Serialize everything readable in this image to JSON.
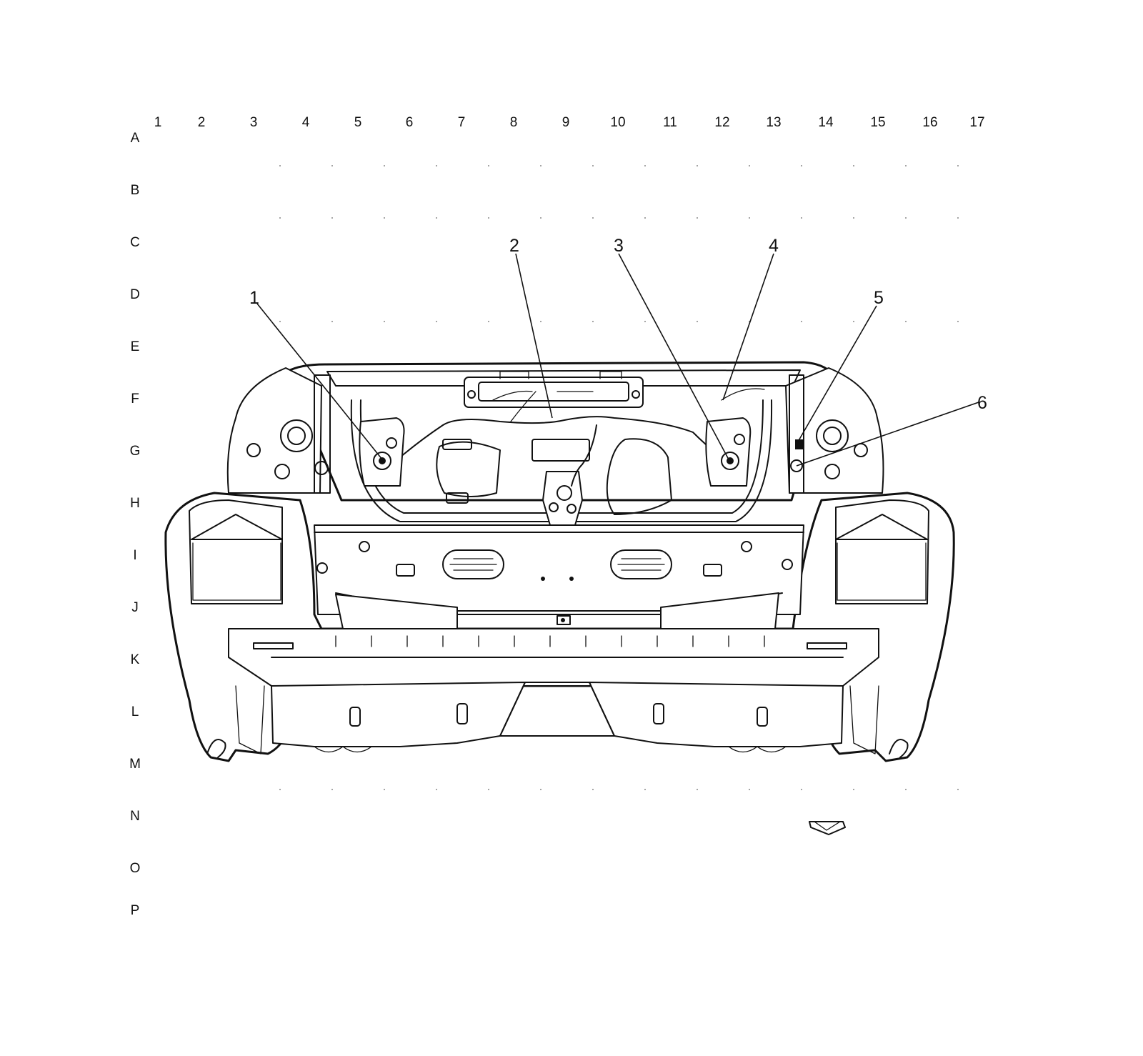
{
  "grid": {
    "columns": [
      "1",
      "2",
      "3",
      "4",
      "5",
      "6",
      "7",
      "8",
      "9",
      "10",
      "11",
      "12",
      "13",
      "14",
      "15",
      "16",
      "17"
    ],
    "rows": [
      "A",
      "B",
      "C",
      "D",
      "E",
      "F",
      "G",
      "H",
      "I",
      "J",
      "K",
      "L",
      "M",
      "N",
      "O",
      "P"
    ]
  },
  "callouts": [
    {
      "id": "1",
      "label": "1"
    },
    {
      "id": "2",
      "label": "2"
    },
    {
      "id": "3",
      "label": "3"
    },
    {
      "id": "4",
      "label": "4"
    },
    {
      "id": "5",
      "label": "5"
    },
    {
      "id": "6",
      "label": "6"
    }
  ],
  "icons": {
    "view_direction": "view-direction-arrow-icon"
  },
  "colors": {
    "line": "#111111",
    "background": "#ffffff"
  }
}
